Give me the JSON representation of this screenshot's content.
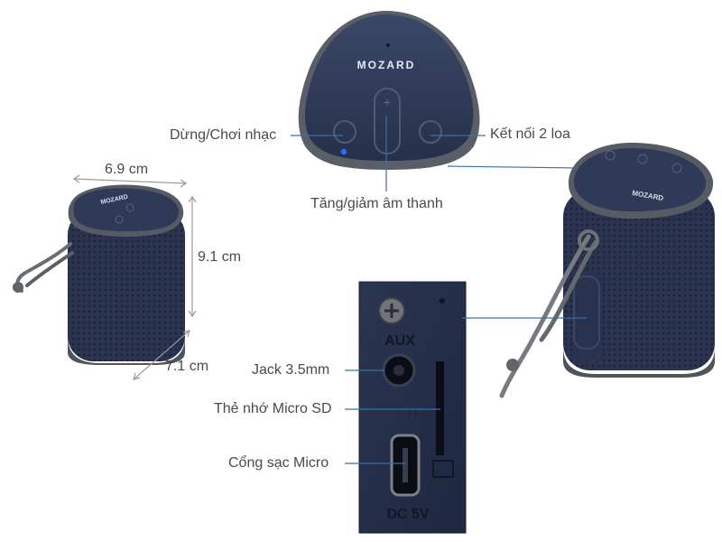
{
  "brand": "MOZARD",
  "dimensions": {
    "width": "6.9 cm",
    "height": "9.1 cm",
    "depth": "7.1 cm"
  },
  "callouts": {
    "play_pause": "Dừng/Chơi nhạc",
    "volume": "Tăng/giảm âm thanh",
    "pair_two": "Kết nối 2 loa",
    "jack": "Jack 3.5mm",
    "microsd": "Thẻ nhớ Micro SD",
    "charging": "Cổng sạc Micro"
  },
  "port_panel": {
    "aux": "AUX",
    "tf": "TF",
    "dc": "DC 5V"
  },
  "colors": {
    "body_navy": "#2b3650",
    "rim_grey": "#5d6068",
    "leader_line": "#3a6fa8",
    "dim_line": "#9a9a9a"
  }
}
